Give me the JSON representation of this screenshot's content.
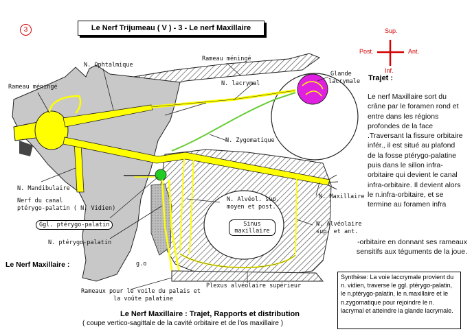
{
  "page_number": "3",
  "title": "Le Nerf Trijumeau ( V )  -  3 - Le nerf Maxillaire",
  "orientation": {
    "up": "Sup.",
    "down": "Inf.",
    "left": "Post.",
    "right": "Ant."
  },
  "labels": {
    "rameau_meninge_left": "Rameau méningé",
    "n_ophtalmique": "N. Ophtalmique",
    "rameau_meninge_top": "Rameau méningé",
    "n_lacrymal": "N. lacrymal",
    "glande_lacrymale_1": "Glande",
    "glande_lacrymale_2": "lacrymale",
    "n_zygomatique": "N. Zygomatique",
    "n_mandibulaire": "N. Mandibulaire",
    "nerf_canal_1": "Nerf du canal",
    "nerf_canal_2": "ptérygo-palatin ( N. Vidien)",
    "ggl_pterygo": "Ggl. ptérygo-palatin",
    "n_pterygo": "N. ptérygo-palatin",
    "n_alveol_1": "N. Alvéol. sup.",
    "n_alveol_2": "moyen et post.",
    "sinus_1": "Sinus",
    "sinus_2": "maxillaire",
    "n_maxillaire": "N. Maxillaire",
    "n_alveolaire_ant_1": "N. Alvéolaire",
    "n_alveolaire_ant_2": "sup. et ant.",
    "go": "g.o",
    "plexus": "Plexus alvéolaire supérieur",
    "rameaux_voile_1": "Rameaux pour le voile du palais et",
    "rameaux_voile_2": "la voûte palatine"
  },
  "trajet": {
    "title": "Trajet :",
    "text": "Le nerf Maxillaire sort du crâne par le foramen rond et entre dans les régions profondes de la face .Traversant la fissure orbitaire infér., il est situé au plafond de la fosse ptérygo-palatine puis dans le sillon infra-orbitaire qui devient le canal infra-orbitaire. Il devient alors le n.infra-orbitaire, et se termine au foramen infra",
    "tail": "-orbitaire en donnant ses rameaux sensitifs aux téguments de la joue."
  },
  "synthese": "Synthèse: La voie laccrymale provient du n. vidien, traverse le ggl. ptérygo-palatin, le n.ptérygo-palatin, le n.maxillaire et le n.zygomatique pour rejoindre le n.  lacrymal et atteindre la glande lacrymale.",
  "left_heading": "Le Nerf Maxillaire :",
  "caption_main": "Le Nerf Maxillaire :  Trajet,  Rapports  et distribution",
  "caption_sub": "( coupe vertico-sagittale de la cavité orbitaire et de l'os maxillaire )",
  "colors": {
    "nerve": "#ffff00",
    "gland": "#e020e0",
    "ganglion": "#22cc22",
    "bone": "#c8c8c8",
    "accent_red": "#d40000"
  }
}
